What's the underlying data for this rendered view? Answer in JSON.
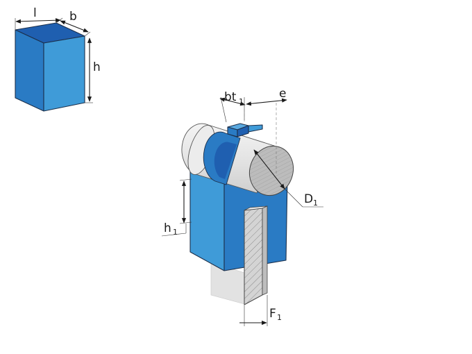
{
  "diagram": {
    "block": {
      "labels": {
        "length": "l",
        "width": "b",
        "height": "h"
      }
    },
    "assembly": {
      "labels": {
        "key_width": "bt",
        "key_width_sub": "1",
        "offset": "e",
        "diameter": "D",
        "diameter_sub": "1",
        "height": "h",
        "height_sub": "1",
        "force": "F",
        "force_sub": "1"
      }
    },
    "colors": {
      "block_front": "#3f9bd8",
      "block_side": "#2a7bc4",
      "block_top": "#1f5fb0",
      "cylinder": "#e6e6e6",
      "cylinder_end": "#bcbcbc",
      "plate": "#d4d4d4",
      "shadow": "#e2e2e2"
    }
  }
}
